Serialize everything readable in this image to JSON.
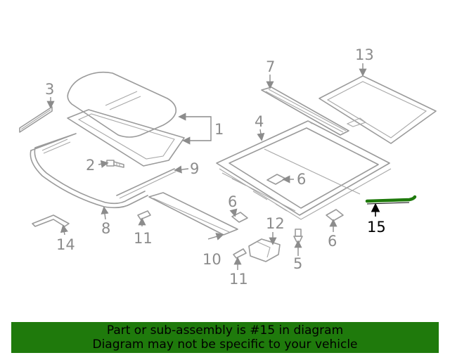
{
  "callouts": {
    "c1": "1",
    "c2": "2",
    "c3": "3",
    "c4": "4",
    "c5": "5",
    "c6a": "6",
    "c6b": "6",
    "c6c": "6",
    "c7": "7",
    "c8": "8",
    "c9": "9",
    "c10": "10",
    "c11a": "11",
    "c11b": "11",
    "c12": "12",
    "c13": "13",
    "c14": "14",
    "c15": "15"
  },
  "highlight_color": "#1f7a0c",
  "banner": {
    "line1": "Part or sub-assembly is #15 in diagram",
    "line2": "Diagram may not be specific to your vehicle"
  }
}
